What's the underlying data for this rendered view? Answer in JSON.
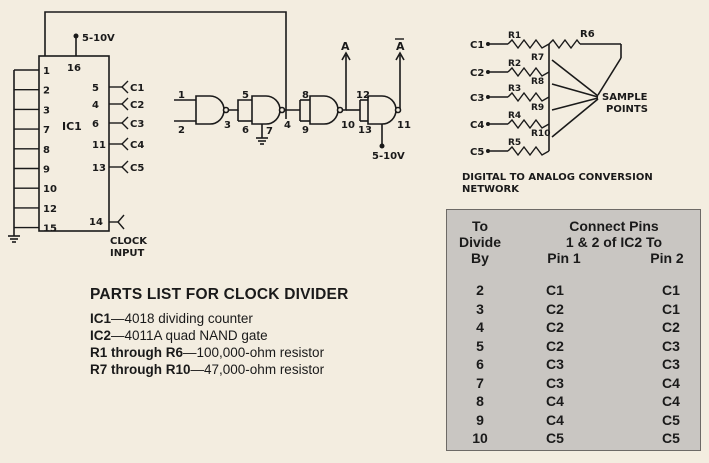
{
  "ic1": {
    "label": "IC1",
    "supply_label": "5-10V",
    "left_pins": [
      "1",
      "2",
      "3",
      "7",
      "8",
      "9",
      "10",
      "12",
      "15"
    ],
    "pin16": "16",
    "right_pins": [
      {
        "pin": "5",
        "out": "C1"
      },
      {
        "pin": "4",
        "out": "C2"
      },
      {
        "pin": "6",
        "out": "C3"
      },
      {
        "pin": "11",
        "out": "C4"
      },
      {
        "pin": "13",
        "out": "C5"
      }
    ],
    "pin14": "14",
    "clock_label_1": "CLOCK",
    "clock_label_2": "INPUT"
  },
  "gates": {
    "g1": {
      "in_a": "1",
      "in_b": "2",
      "out": "3"
    },
    "g2": {
      "in_a": "5",
      "in_b": "6",
      "out": "4",
      "gnd_pin": "7"
    },
    "g3": {
      "in_a": "8",
      "in_b": "9",
      "out": "10",
      "out_label": "A"
    },
    "g4": {
      "in_a": "12",
      "in_b": "13",
      "out": "11",
      "out_label": "A",
      "supply": "5-10V"
    }
  },
  "dac": {
    "inputs": [
      {
        "c": "C1",
        "r": "R1"
      },
      {
        "c": "C2",
        "r": "R2"
      },
      {
        "c": "C3",
        "r": "R3"
      },
      {
        "c": "C4",
        "r": "R4"
      },
      {
        "c": "C5",
        "r": "R5"
      }
    ],
    "series": [
      "R7",
      "R8",
      "R9",
      "R10"
    ],
    "r6": "R6",
    "sample_1": "SAMPLE",
    "sample_2": "POINTS",
    "caption_1": "DIGITAL  TO  ANALOG  CONVERSION",
    "caption_2": "NETWORK"
  },
  "parts_list": {
    "title": "PARTS LIST FOR CLOCK DIVIDER",
    "items": [
      {
        "ref": "IC1",
        "desc": "—4018 dividing counter"
      },
      {
        "ref": "IC2",
        "desc": "—4011A quad NAND gate"
      },
      {
        "ref": "R1 through R6",
        "desc": "—100,000-ohm resistor"
      },
      {
        "ref": "R7 through R10",
        "desc": "—47,000-ohm resistor"
      }
    ]
  },
  "table": {
    "h_col1": [
      "To",
      "Divide",
      "By"
    ],
    "h_connect": [
      "Connect Pins",
      "1 & 2 of IC2 To"
    ],
    "h_pin1": "Pin 1",
    "h_pin2": "Pin 2",
    "rows": [
      {
        "by": "2",
        "pin1": "C1",
        "pin2": "C1"
      },
      {
        "by": "3",
        "pin1": "C2",
        "pin2": "C1"
      },
      {
        "by": "4",
        "pin1": "C2",
        "pin2": "C2"
      },
      {
        "by": "5",
        "pin1": "C2",
        "pin2": "C3"
      },
      {
        "by": "6",
        "pin1": "C3",
        "pin2": "C3"
      },
      {
        "by": "7",
        "pin1": "C3",
        "pin2": "C4"
      },
      {
        "by": "8",
        "pin1": "C4",
        "pin2": "C4"
      },
      {
        "by": "9",
        "pin1": "C4",
        "pin2": "C5"
      },
      {
        "by": "10",
        "pin1": "C5",
        "pin2": "C5"
      }
    ]
  }
}
